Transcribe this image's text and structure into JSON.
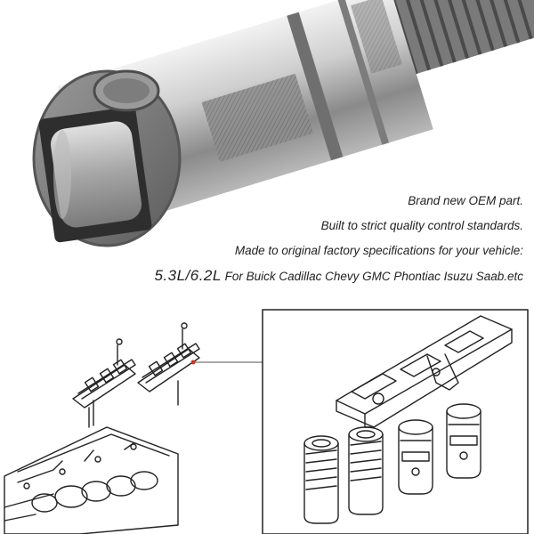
{
  "description_lines": [
    "Brand new OEM part.",
    "Built to strict quality control standards.",
    "Made to original factory specifications for your vehicle:"
  ],
  "fitment": {
    "model": "5.3L/6.2L",
    "vehicles": " For Buick Cadillac Chevy GMC Phontiac Isuzu Saab.etc"
  },
  "colors": {
    "metal_light": "#d9d9d9",
    "metal_dark": "#6e6e6e",
    "accent_dot": "#c0392b"
  }
}
